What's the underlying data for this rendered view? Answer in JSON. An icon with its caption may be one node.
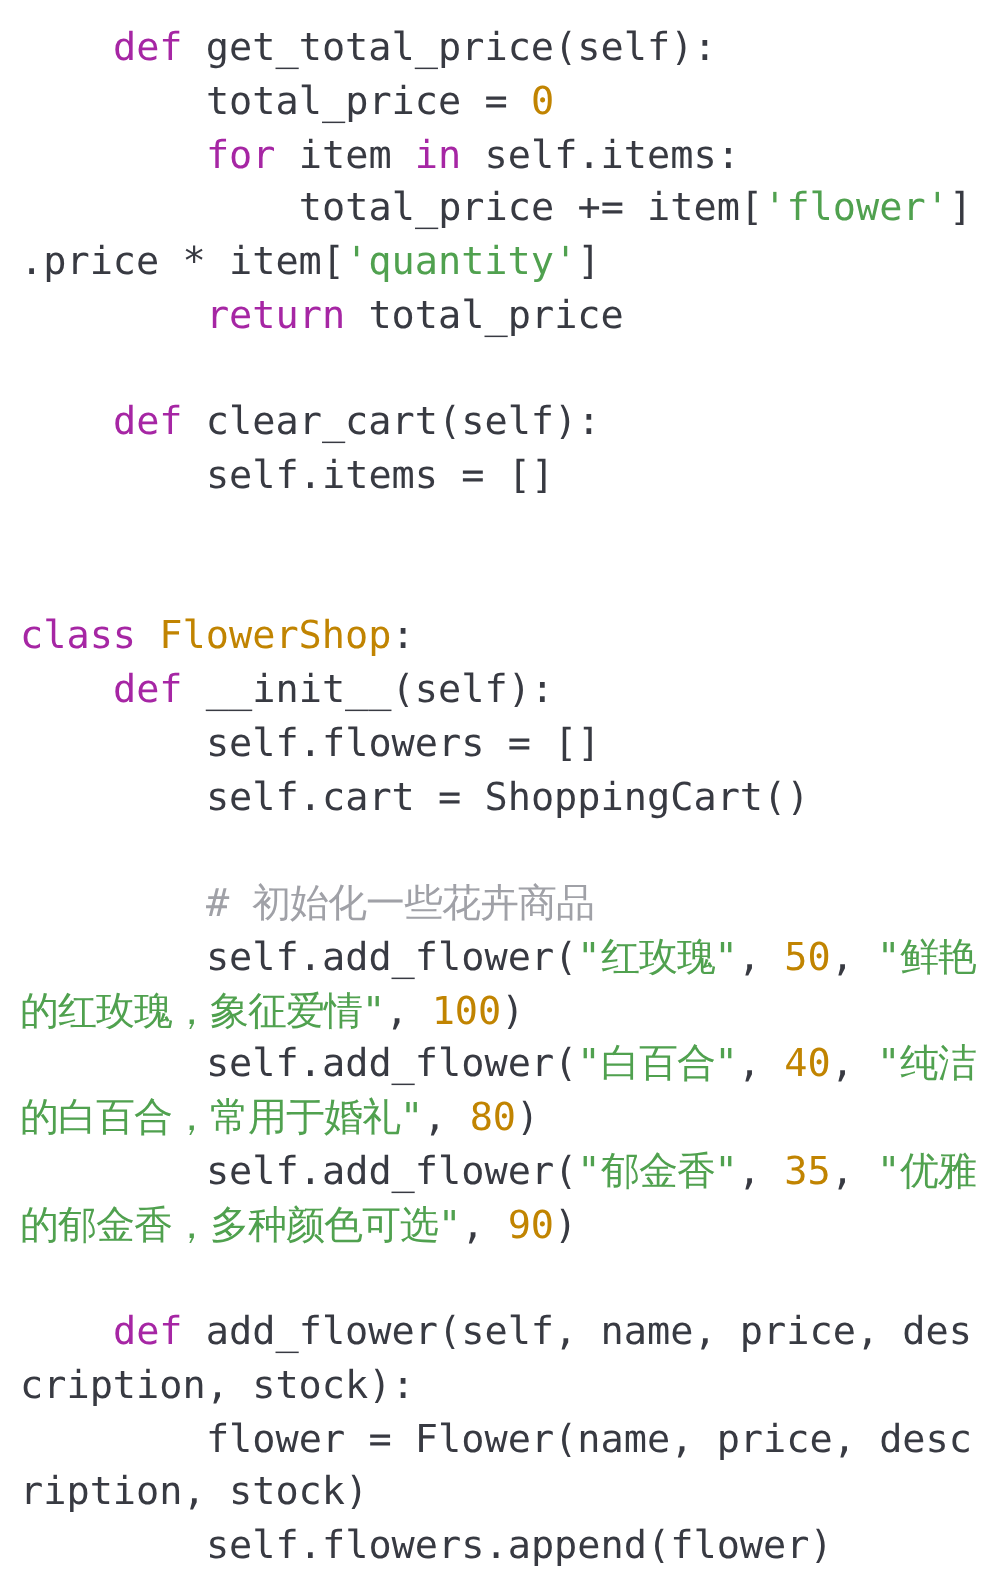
{
  "diagram": {
    "labels": [
      "def get_total_price(self):",
      "total_price = 0",
      "for item in self.items:",
      "total_price += item['flower'].price * item['quantity']",
      "return total_price",
      "def clear_cart(self):",
      "self.items = []",
      "class FlowerShop:",
      "def __init__(self):",
      "self.flowers = []",
      "self.cart = ShoppingCart()",
      "# 初始化一些花卉商品",
      "self.add_flower(\"红玫瑰\", 50, \"鲜艳的红玫瑰，象征爱情\", 100)",
      "self.add_flower(\"白百合\", 40, \"纯洁的白百合，常用于婚礼\", 80)",
      "self.add_flower(\"郁金香\", 35, \"优雅的郁金香，多种颜色可选\", 90)",
      "def add_flower(self, name, price, description, stock):",
      "flower = Flower(name, price, description, stock)",
      "self.flowers.append(flower)"
    ]
  }
}
